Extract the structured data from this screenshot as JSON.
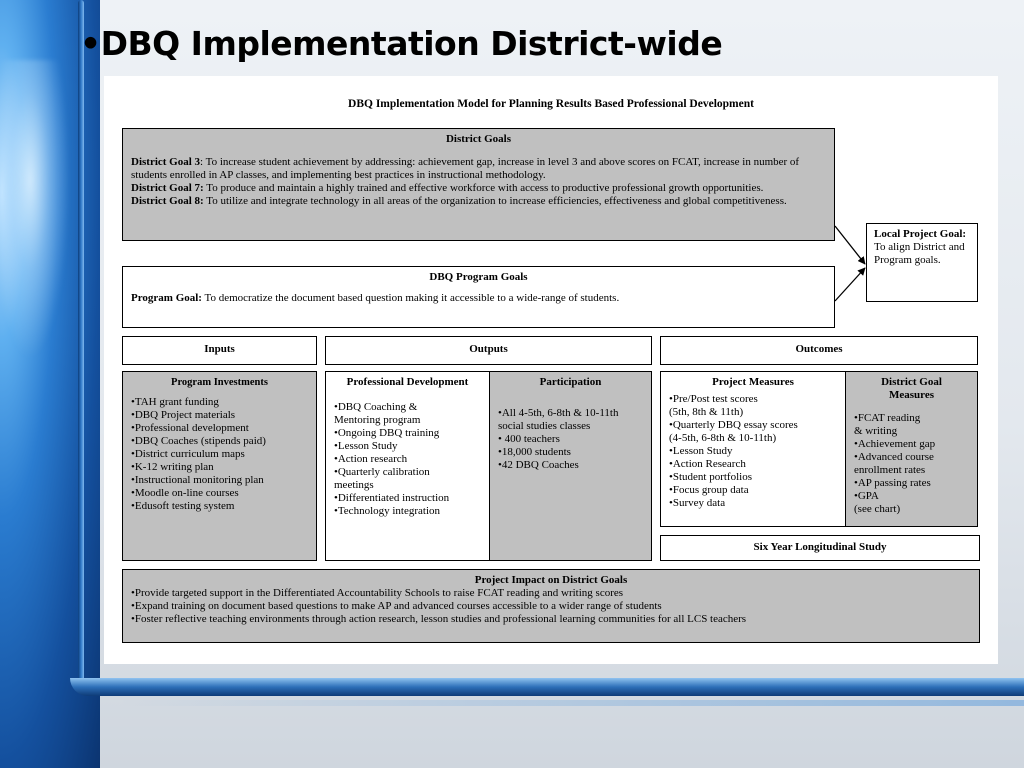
{
  "slide": {
    "title": "•DBQ Implementation District-wide"
  },
  "doc": {
    "title": "DBQ Implementation Model for Planning Results Based Professional Development",
    "district_goals": {
      "heading": "District Goals",
      "goals": [
        {
          "label": "District Goal 3",
          "text": ":  To increase student achievement by addressing:  achievement gap, increase in level 3 and above scores on FCAT, increase in number of students enrolled in AP classes, and implementing best practices in instructional methodology."
        },
        {
          "label": "District Goal 7:",
          "text": "  To produce and maintain a highly trained and effective workforce with access to productive professional growth opportunities."
        },
        {
          "label": "District Goal 8:",
          "text": "  To utilize and integrate technology in all areas of the organization to increase efficiencies, effectiveness and global competitiveness."
        }
      ]
    },
    "program_goals": {
      "heading": "DBQ Program Goals",
      "label": "Program Goal:",
      "text": "  To democratize the document based question making it accessible to a wide-range of students."
    },
    "local_goal": {
      "label": "Local Project Goal:",
      "text": "To align District and Program goals."
    },
    "headers": {
      "inputs": "Inputs",
      "outputs": "Outputs",
      "outcomes": "Outcomes"
    },
    "program_investments": {
      "heading": "Program Investments",
      "items": [
        "•TAH grant funding",
        "•DBQ Project materials",
        "•Professional development",
        "•DBQ Coaches (stipends paid)",
        "•District curriculum maps",
        "•K-12 writing plan",
        "•Instructional monitoring plan",
        "•Moodle on-line courses",
        "•Edusoft testing system"
      ]
    },
    "professional_development": {
      "heading": "Professional Development",
      "items": [
        "•DBQ Coaching &\n Mentoring program",
        "•Ongoing DBQ training",
        "•Lesson Study",
        "•Action research",
        "•Quarterly calibration\n meetings",
        "•Differentiated instruction",
        "•Technology integration"
      ]
    },
    "participation": {
      "heading": "Participation",
      "items": [
        "•All 4-5th, 6-8th & 10-11th\n social studies classes",
        "• 400 teachers",
        "•18,000 students",
        "•42 DBQ Coaches"
      ]
    },
    "project_measures": {
      "heading": "Project Measures",
      "items": [
        "•Pre/Post test scores\n (5th, 8th & 11th)",
        "•Quarterly DBQ essay scores\n (4-5th, 6-8th & 10-11th)",
        "•Lesson Study",
        "•Action Research",
        "•Student portfolios",
        "•Focus group data",
        "•Survey data"
      ]
    },
    "district_goal_measures": {
      "heading": "District Goal Measures",
      "items": [
        "•FCAT reading\n & writing",
        "•Achievement gap",
        "•Advanced course\n enrollment rates",
        "•AP passing rates",
        "•GPA",
        "(see chart)"
      ]
    },
    "longitudinal": "Six Year Longitudinal Study",
    "impact": {
      "heading": "Project Impact on District Goals",
      "items": [
        "•Provide targeted support in the Differentiated Accountability Schools to raise FCAT reading and writing scores",
        "•Expand training on document based questions to make AP and advanced courses accessible to a wider range of students",
        "•Foster reflective teaching environments through action research, lesson studies and professional learning communities for all LCS teachers"
      ]
    }
  }
}
